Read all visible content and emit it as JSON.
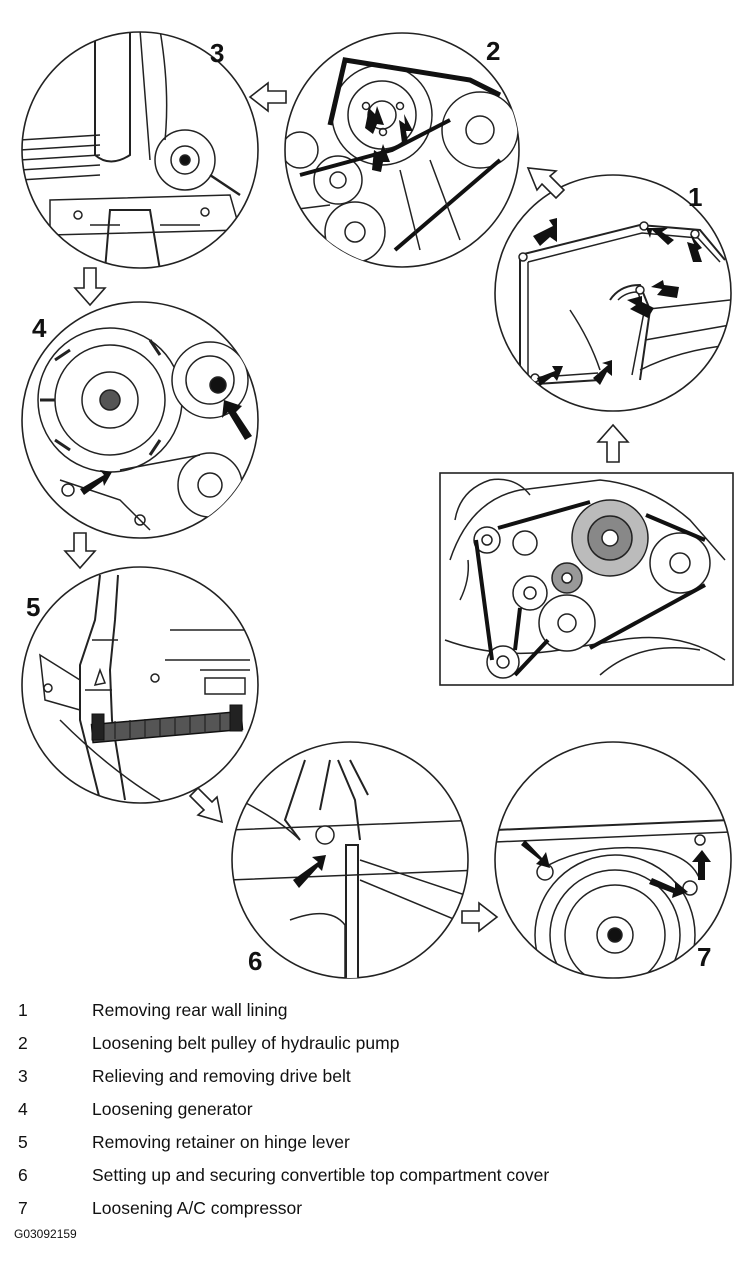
{
  "diagram": {
    "steps": [
      "1",
      "2",
      "3",
      "4",
      "5",
      "6",
      "7"
    ]
  },
  "legend": [
    {
      "num": "1",
      "text": "Removing rear wall lining"
    },
    {
      "num": "2",
      "text": "Loosening belt pulley of hydraulic pump"
    },
    {
      "num": "3",
      "text": "Relieving and removing drive belt"
    },
    {
      "num": "4",
      "text": "Loosening generator"
    },
    {
      "num": "5",
      "text": "Removing retainer on hinge lever"
    },
    {
      "num": "6",
      "text": "Setting up and securing convertible top compartment cover"
    },
    {
      "num": "7",
      "text": "Loosening A/C compressor"
    }
  ],
  "figure_code": "G03092159"
}
